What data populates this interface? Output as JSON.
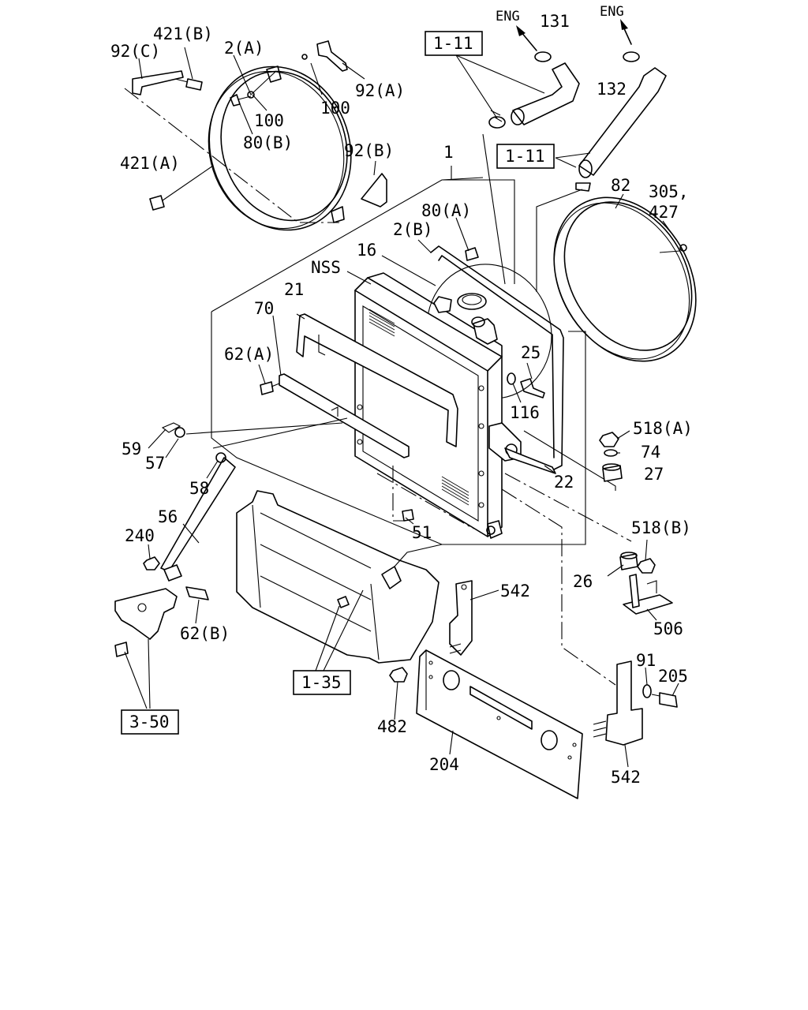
{
  "diagram": {
    "labels": {
      "eng_left": "ENG",
      "eng_right": "ENG",
      "p131": "131",
      "p132": "132",
      "ref_1_11_a": "1-11",
      "ref_1_11_b": "1-11",
      "ref_1_35": "1-35",
      "ref_3_50": "3-50",
      "p421b": "421(B)",
      "p92c": "92(C)",
      "p2a": "2(A)",
      "p92a": "92(A)",
      "p100a": "100",
      "p100b": "100",
      "p80b": "80(B)",
      "p92b": "92(B)",
      "p421a": "421(A)",
      "p1": "1",
      "p82": "82",
      "p305": "305,",
      "p427": "427",
      "p80a": "80(A)",
      "p2b": "2(B)",
      "p16": "16",
      "nss": "NSS",
      "p21": "21",
      "p70": "70",
      "p62a": "62(A)",
      "p25": "25",
      "p116": "116",
      "p518a": "518(A)",
      "p74": "74",
      "p27": "27",
      "p22": "22",
      "p59": "59",
      "p57": "57",
      "p58": "58",
      "p56": "56",
      "p240": "240",
      "p51": "51",
      "p518b": "518(B)",
      "p26": "26",
      "p506": "506",
      "p542a": "542",
      "p62b": "62(B)",
      "p91": "91",
      "p205": "205",
      "p482": "482",
      "p204": "204",
      "p542b": "542"
    }
  }
}
